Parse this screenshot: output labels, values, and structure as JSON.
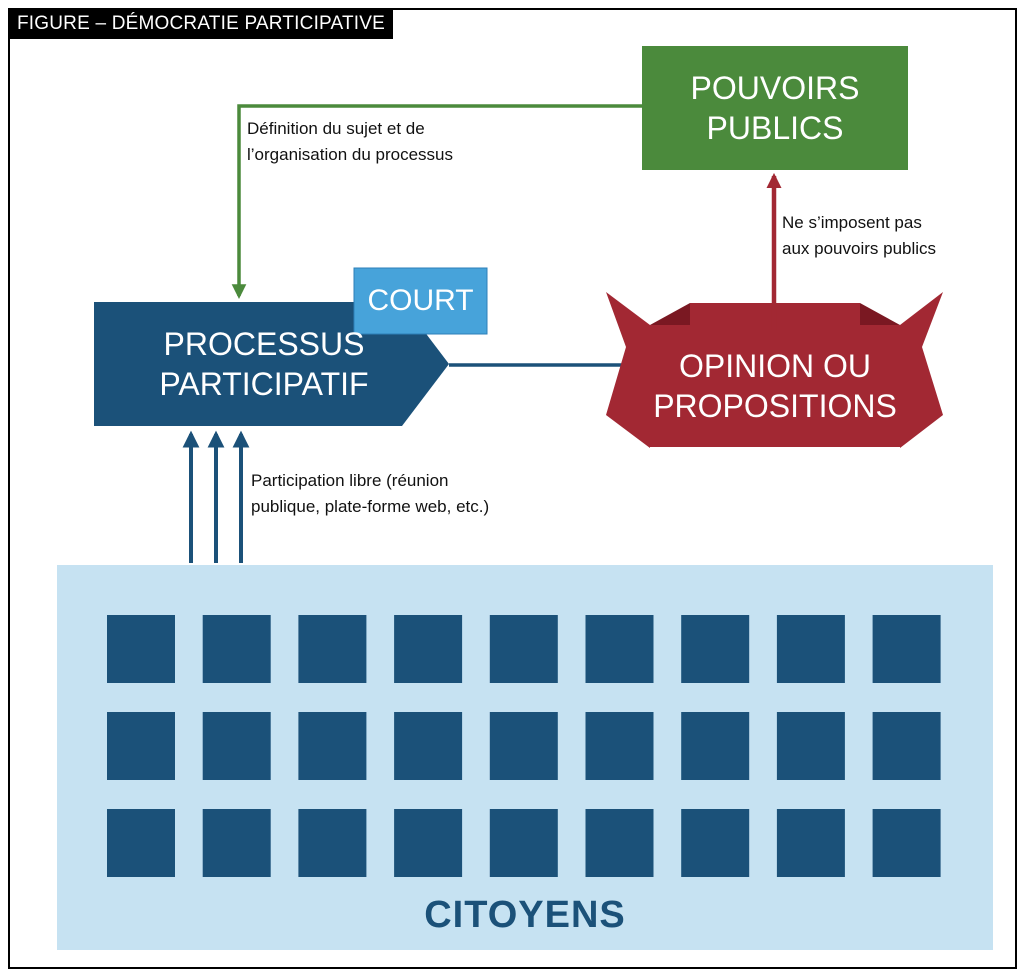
{
  "title": "FIGURE – DÉMOCRATIE PARTICIPATIVE",
  "nodes": {
    "pouvoirs_publics": {
      "line1": "POUVOIRS",
      "line2": "PUBLICS"
    },
    "processus": {
      "line1": "PROCESSUS",
      "line2": "PARTICIPATIF"
    },
    "court_tag": "COURT",
    "opinion": {
      "line1": "OPINION OU",
      "line2": "PROPOSITIONS"
    },
    "citoyens": "CITOYENS"
  },
  "edges": {
    "definition": {
      "line1": "Définition du sujet et de",
      "line2": "l’organisation du processus"
    },
    "ne_simposent": {
      "line1": "Ne s’imposent pas",
      "line2": "aux pouvoirs publics"
    },
    "participation": {
      "line1": "Participation libre (réunion",
      "line2": "publique, plate-forme web, etc.)"
    }
  },
  "colors": {
    "green": "#4b8a3c",
    "navy": "#1b5179",
    "red": "#a22833",
    "red_dark": "#7a1822",
    "light_blue": "#c6e2f2",
    "court_blue": "#47a3da"
  },
  "grid": {
    "rows": 3,
    "cols": 9
  }
}
